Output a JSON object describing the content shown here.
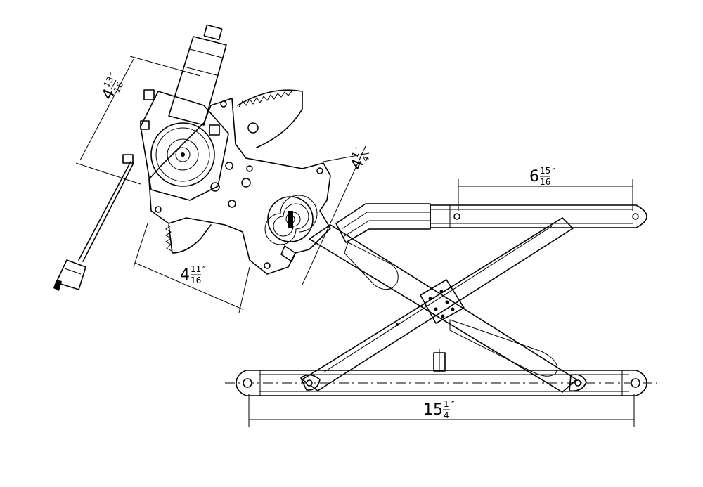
{
  "dimensions": {
    "motor_height": {
      "whole": "4",
      "numerator": "13",
      "denominator": "16",
      "unit": "″"
    },
    "motor_width": {
      "whole": "4",
      "numerator": "11",
      "denominator": "16",
      "unit": "″"
    },
    "pivot_offset": {
      "whole": "4",
      "numerator": "1",
      "denominator": "4",
      "unit": "″"
    },
    "top_rail": {
      "whole": "6",
      "numerator": "15",
      "denominator": "16",
      "unit": "″"
    },
    "overall_length": {
      "whole": "15",
      "numerator": "1",
      "denominator": "4",
      "unit": "″"
    }
  }
}
